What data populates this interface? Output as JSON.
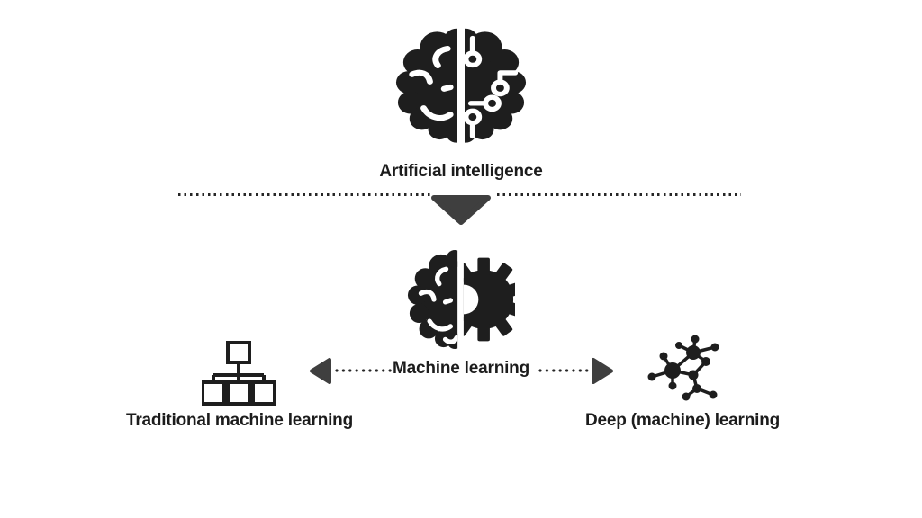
{
  "diagram": {
    "nodes": {
      "ai": {
        "label": "Artificial intelligence",
        "icon": "circuit-brain-icon"
      },
      "ml": {
        "label": "Machine learning",
        "icon": "brain-gear-icon"
      },
      "tml": {
        "label": "Traditional machine learning",
        "icon": "hierarchy-tree-icon"
      },
      "dl": {
        "label": "Deep (machine) learning",
        "icon": "network-graph-icon"
      }
    },
    "connectors": {
      "top_to_ml": "down-arrow",
      "ml_to_tml": "left-arrow",
      "ml_to_dl": "right-arrow"
    },
    "colors": {
      "ink": "#1e1e1e",
      "arrow_gray": "#3f3f3f",
      "dot": "#262626",
      "background": "#ffffff"
    }
  }
}
